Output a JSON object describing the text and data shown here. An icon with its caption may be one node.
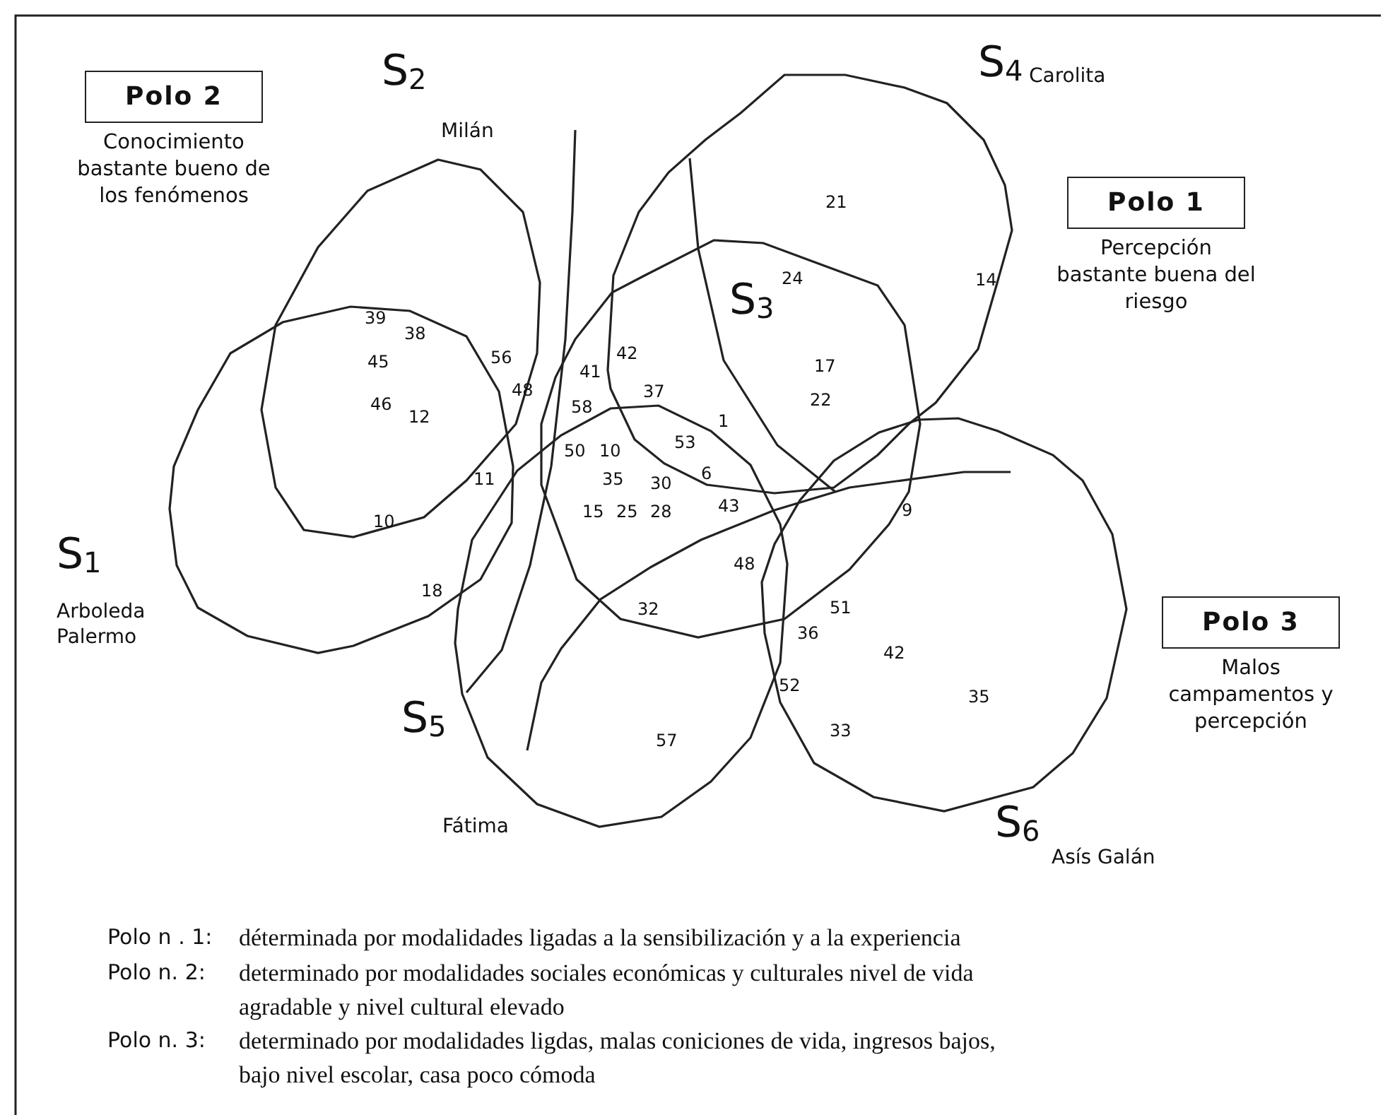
{
  "diagram": {
    "nodes": [
      {
        "text": [
          "Polo 2",
          "Conocimiento bastante bueno de los fenómenos"
        ]
      },
      {
        "text": [
          "S$_{2}$",
          "Milán"
        ]
      },
      {
        "text": [
          "S$_{4}$",
          "Carolita"
        ]
      },
      {
        "text": [
          "Polo 1",
          "Percepción bastante buena del riesgo"
        ]
      },
      {
        "text": [
          "S$_{3}$"
        ]
      },
      {
        "text": [
          "S$_{1}$",
          "Arboleda Palermo"
        ]
      },
      {
        "text": [
          "Polo 3",
          "Malos campamentos y percepción"
        ]
      },
      {
        "text": [
          "S$_{5}$",
          "Fátima"
        ]
      },
      {
        "text": [
          "S$_{6}$",
          "Asís Galán"
        ]
      }
    ],
    "edges": [],
    "labels": [
      "21",
      "24",
      "14",
      "39",
      "38",
      "42",
      "45",
      "56",
      "17",
      "41",
      "48",
      "37",
      "22",
      "58",
      "46",
      "12",
      "1",
      "53",
      "50",
      "10",
      "6",
      "11",
      "35",
      "30",
      "43",
      "9",
      "15",
      "25",
      "28",
      "10",
      "48",
      "18",
      "51",
      "32",
      "36",
      "42",
      "52",
      "35",
      "33",
      "57",
      "Polo n . 1:",
      "déterminada por modalidades ligadas a la sensibilización y a la experiencia",
      "Polo n. 2:",
      "determinado por modalidades sociales económicas y culturales nivel de vida agradable y nivel cultural elevado",
      "Polo n. 3:",
      "determinado por modalidades ligdas, malas coniciones de vida, ingresos bajos, bajo nivel escolar, casa poco cómoda"
    ]
  }
}
